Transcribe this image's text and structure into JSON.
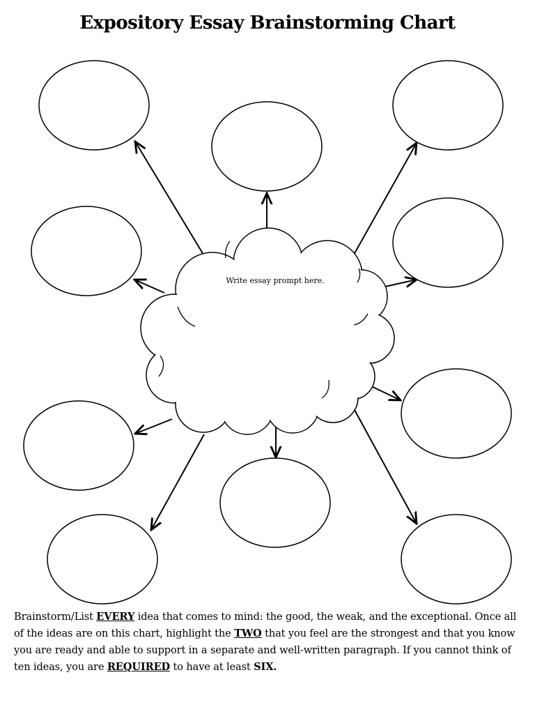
{
  "title": "Expository Essay Brainstorming Chart",
  "center": {
    "prompt": "Write essay prompt here."
  },
  "idea_bubbles": [
    {
      "id": 1
    },
    {
      "id": 2
    },
    {
      "id": 3
    },
    {
      "id": 4
    },
    {
      "id": 5
    },
    {
      "id": 6
    },
    {
      "id": 7
    },
    {
      "id": 8
    },
    {
      "id": 9
    },
    {
      "id": 10
    }
  ],
  "instructions": {
    "t1": "Brainstorm/List ",
    "e1": "EVERY",
    "t2": " idea that comes to mind: the good, the weak, and the exceptional. Once all of the ideas are on this chart, highlight the ",
    "e2": "TWO",
    "t3": " that you feel are the strongest and that you know you are ready and able to support in a separate and well-written paragraph. If you cannot think of ten ideas, you are ",
    "e3": "REQUIRED",
    "t4": " to have at least ",
    "e4": "SIX.",
    "t5": ""
  },
  "colors": {
    "ink": "#000000",
    "paper": "#ffffff"
  }
}
